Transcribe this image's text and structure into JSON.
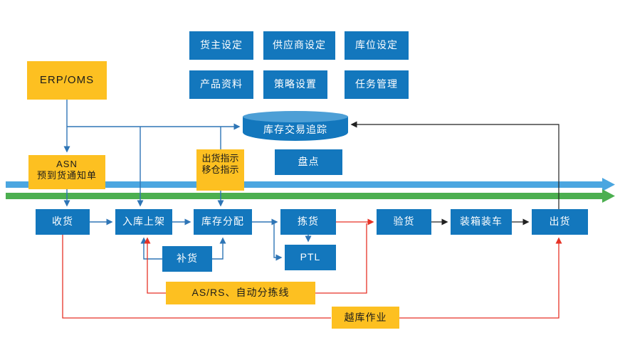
{
  "diagram": {
    "erp": {
      "label": "ERP/OMS"
    },
    "config_boxes": [
      {
        "label": "货主设定"
      },
      {
        "label": "供应商设定"
      },
      {
        "label": "库位设定"
      },
      {
        "label": "产品资料"
      },
      {
        "label": "策略设置"
      },
      {
        "label": "任务管理"
      }
    ],
    "inventory_tracking": {
      "label": "库存交易追踪"
    },
    "stocktake": {
      "label": "盘点"
    },
    "asn": {
      "line1": "ASN",
      "line2": "预到货通知单"
    },
    "ship_instruction": {
      "line1": "出货指示",
      "line2": "移仓指示"
    },
    "flow_boxes": [
      {
        "label": "收货"
      },
      {
        "label": "入库上架"
      },
      {
        "label": "库存分配"
      },
      {
        "label": "拣货"
      },
      {
        "label": "验货"
      },
      {
        "label": "装箱装车"
      },
      {
        "label": "出货"
      }
    ],
    "replenishment": {
      "label": "补货"
    },
    "ptl": {
      "label": "PTL"
    },
    "asrs": {
      "label": "AS/RS、自动分拣线"
    },
    "cross_dock": {
      "label": "越库作业"
    },
    "colors": {
      "blue_node": "#1377BD",
      "yellow_node": "#FDC021",
      "band_blue": "#4BA6E0",
      "band_green": "#4CAF50",
      "line_blue": "#2E75B6",
      "line_red": "#E63226",
      "line_black": "#212121"
    }
  }
}
